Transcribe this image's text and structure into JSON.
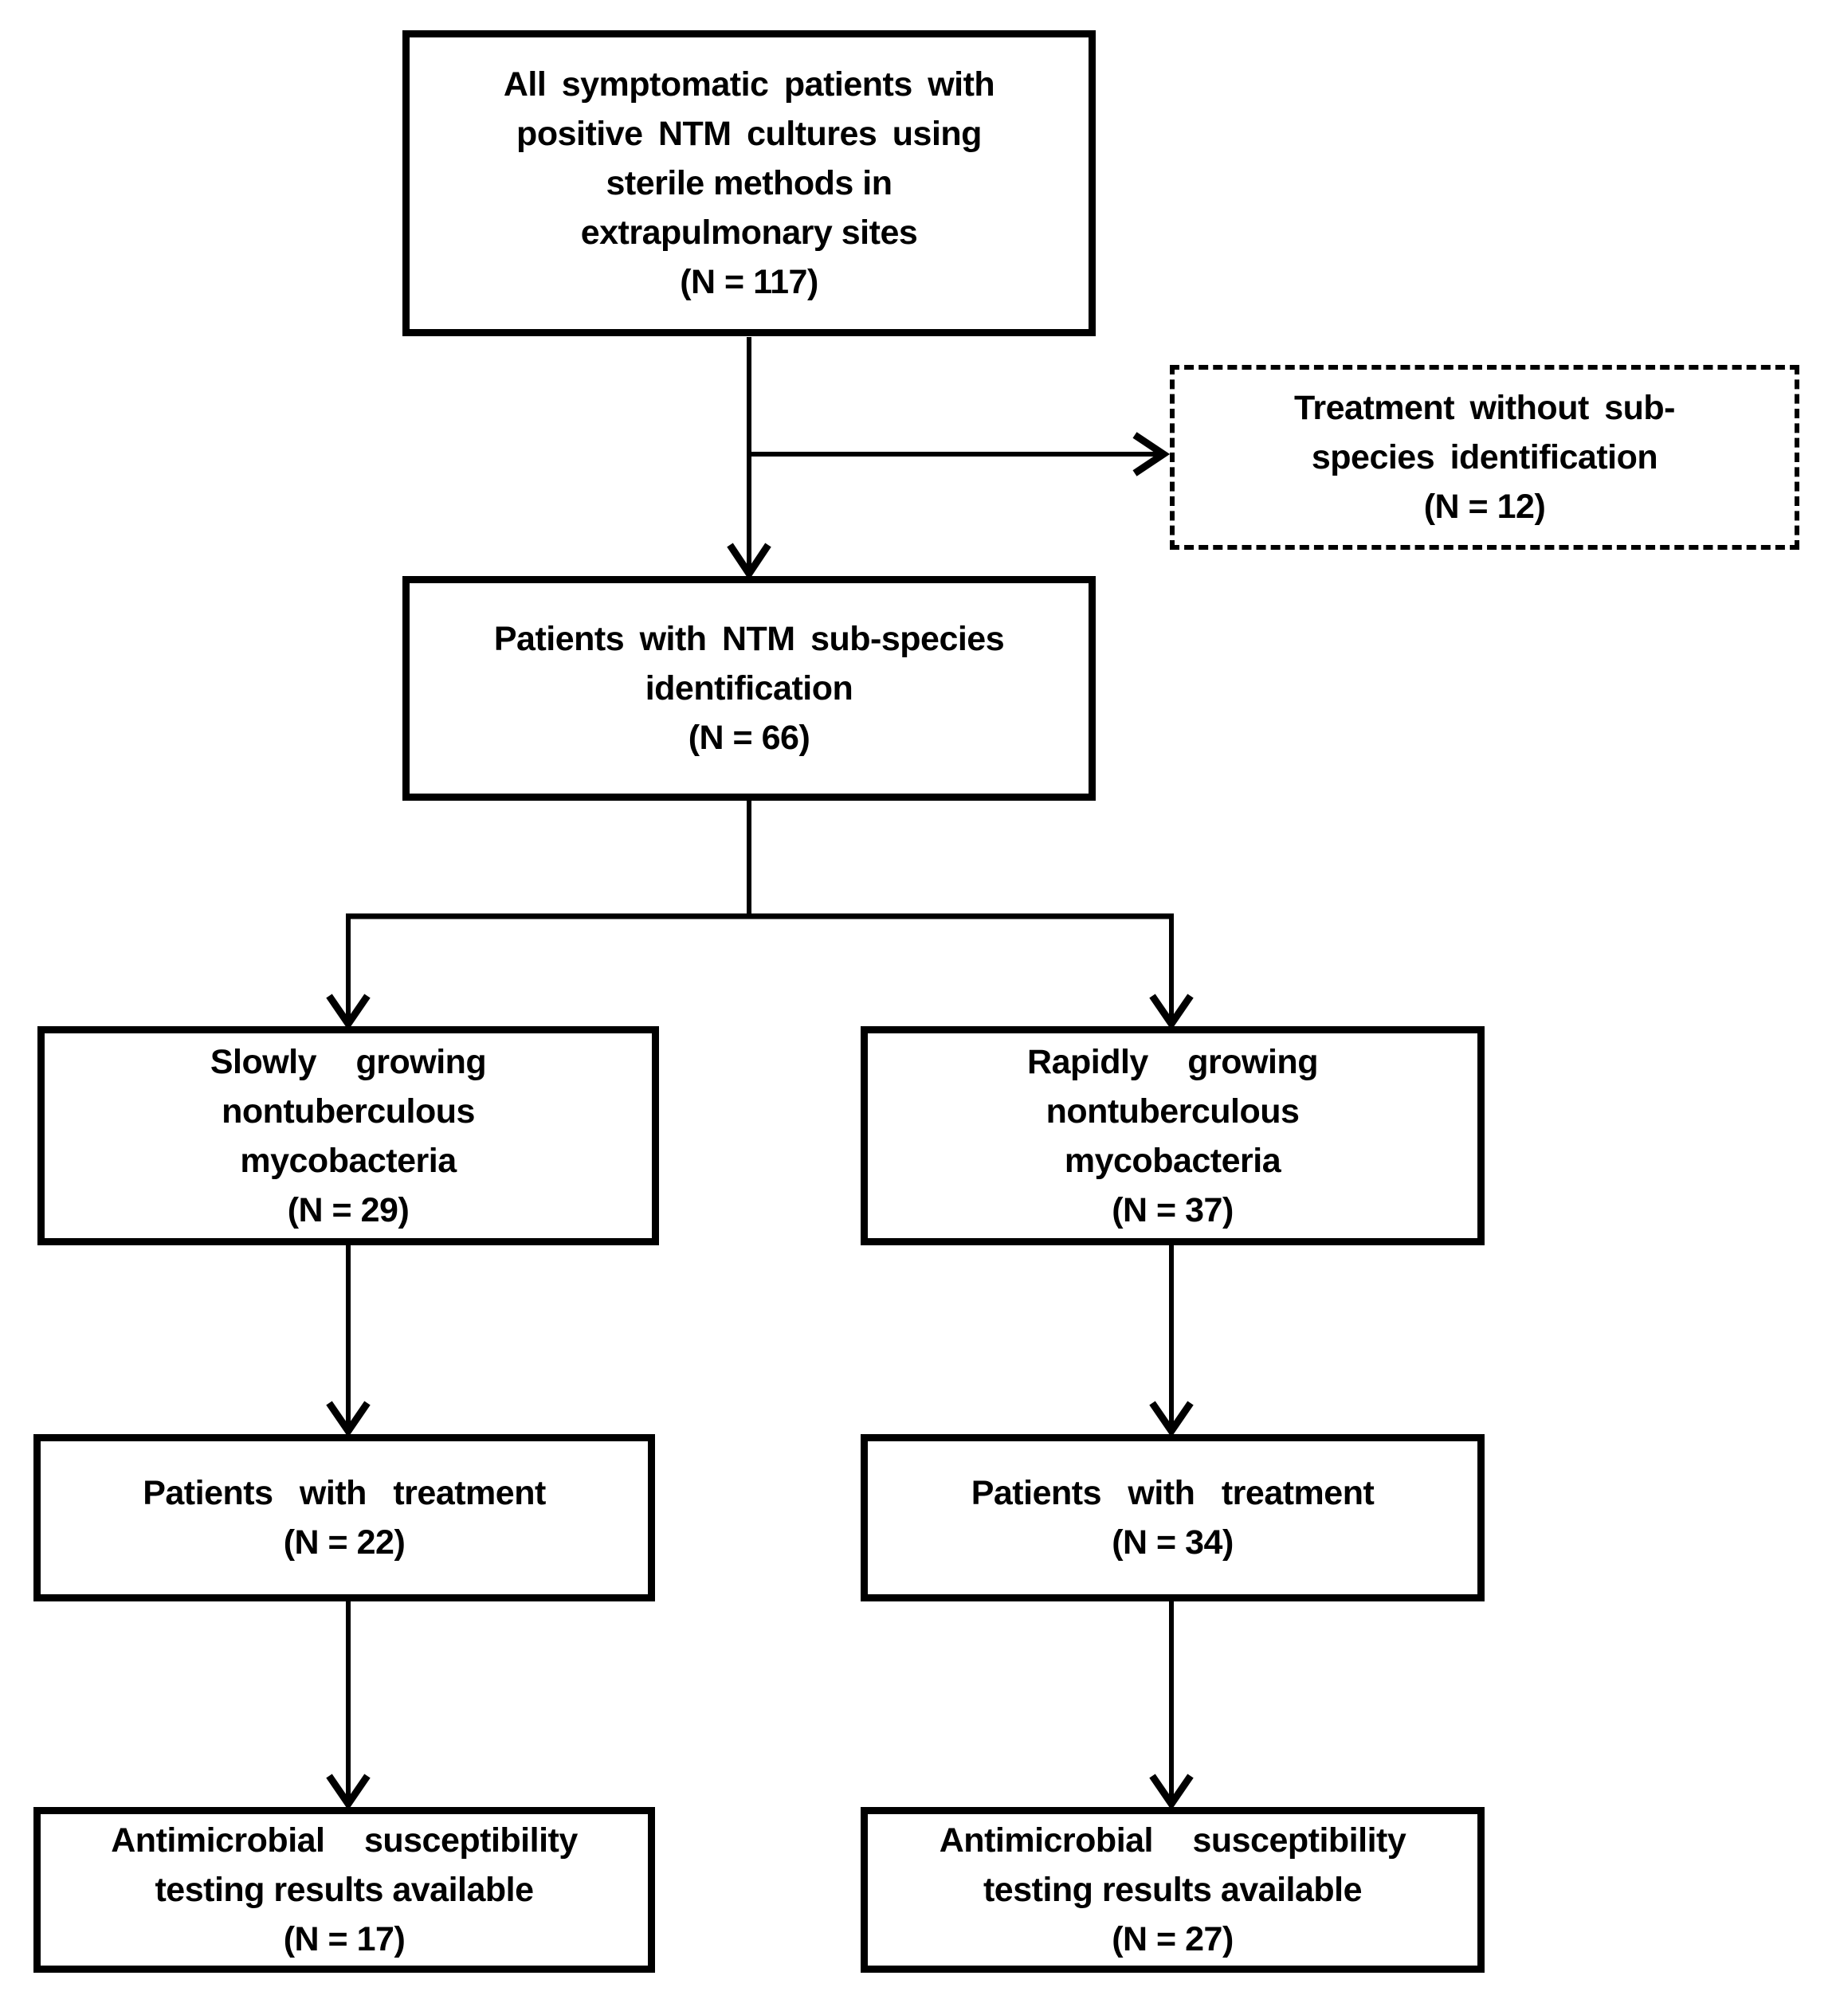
{
  "figure": {
    "type": "flowchart",
    "colors": {
      "background": "#ffffff",
      "line": "#000000",
      "text": "#000000"
    }
  },
  "nodes": {
    "all_patients": {
      "lines": [
        "All symptomatic patients with",
        "positive NTM cultures using",
        "sterile methods in",
        "extrapulmonary sites",
        "(N = 117)"
      ],
      "n": 117
    },
    "no_subspecies": {
      "lines": [
        "Treatment without sub-",
        "species identification",
        "(N = 12)"
      ],
      "n": 12
    },
    "subspecies_id": {
      "lines": [
        "Patients with NTM sub-species",
        "identification",
        "(N = 66)"
      ],
      "n": 66
    },
    "slow_growing": {
      "lines": [
        "Slowly growing",
        "nontuberculous",
        "mycobacteria",
        "(N = 29)"
      ],
      "n": 29
    },
    "rapid_growing": {
      "lines": [
        "Rapidly growing",
        "nontuberculous",
        "mycobacteria",
        "(N = 37)"
      ],
      "n": 37
    },
    "slow_treatment": {
      "lines": [
        "Patients with treatment",
        "(N = 22)"
      ],
      "n": 22
    },
    "rapid_treatment": {
      "lines": [
        "Patients with treatment",
        "(N = 34)"
      ],
      "n": 34
    },
    "slow_ast": {
      "lines": [
        "Antimicrobial susceptibility",
        "testing results available",
        "(N = 17)"
      ],
      "n": 17
    },
    "rapid_ast": {
      "lines": [
        "Antimicrobial susceptibility",
        "testing results available",
        "(N = 27)"
      ],
      "n": 27
    }
  }
}
